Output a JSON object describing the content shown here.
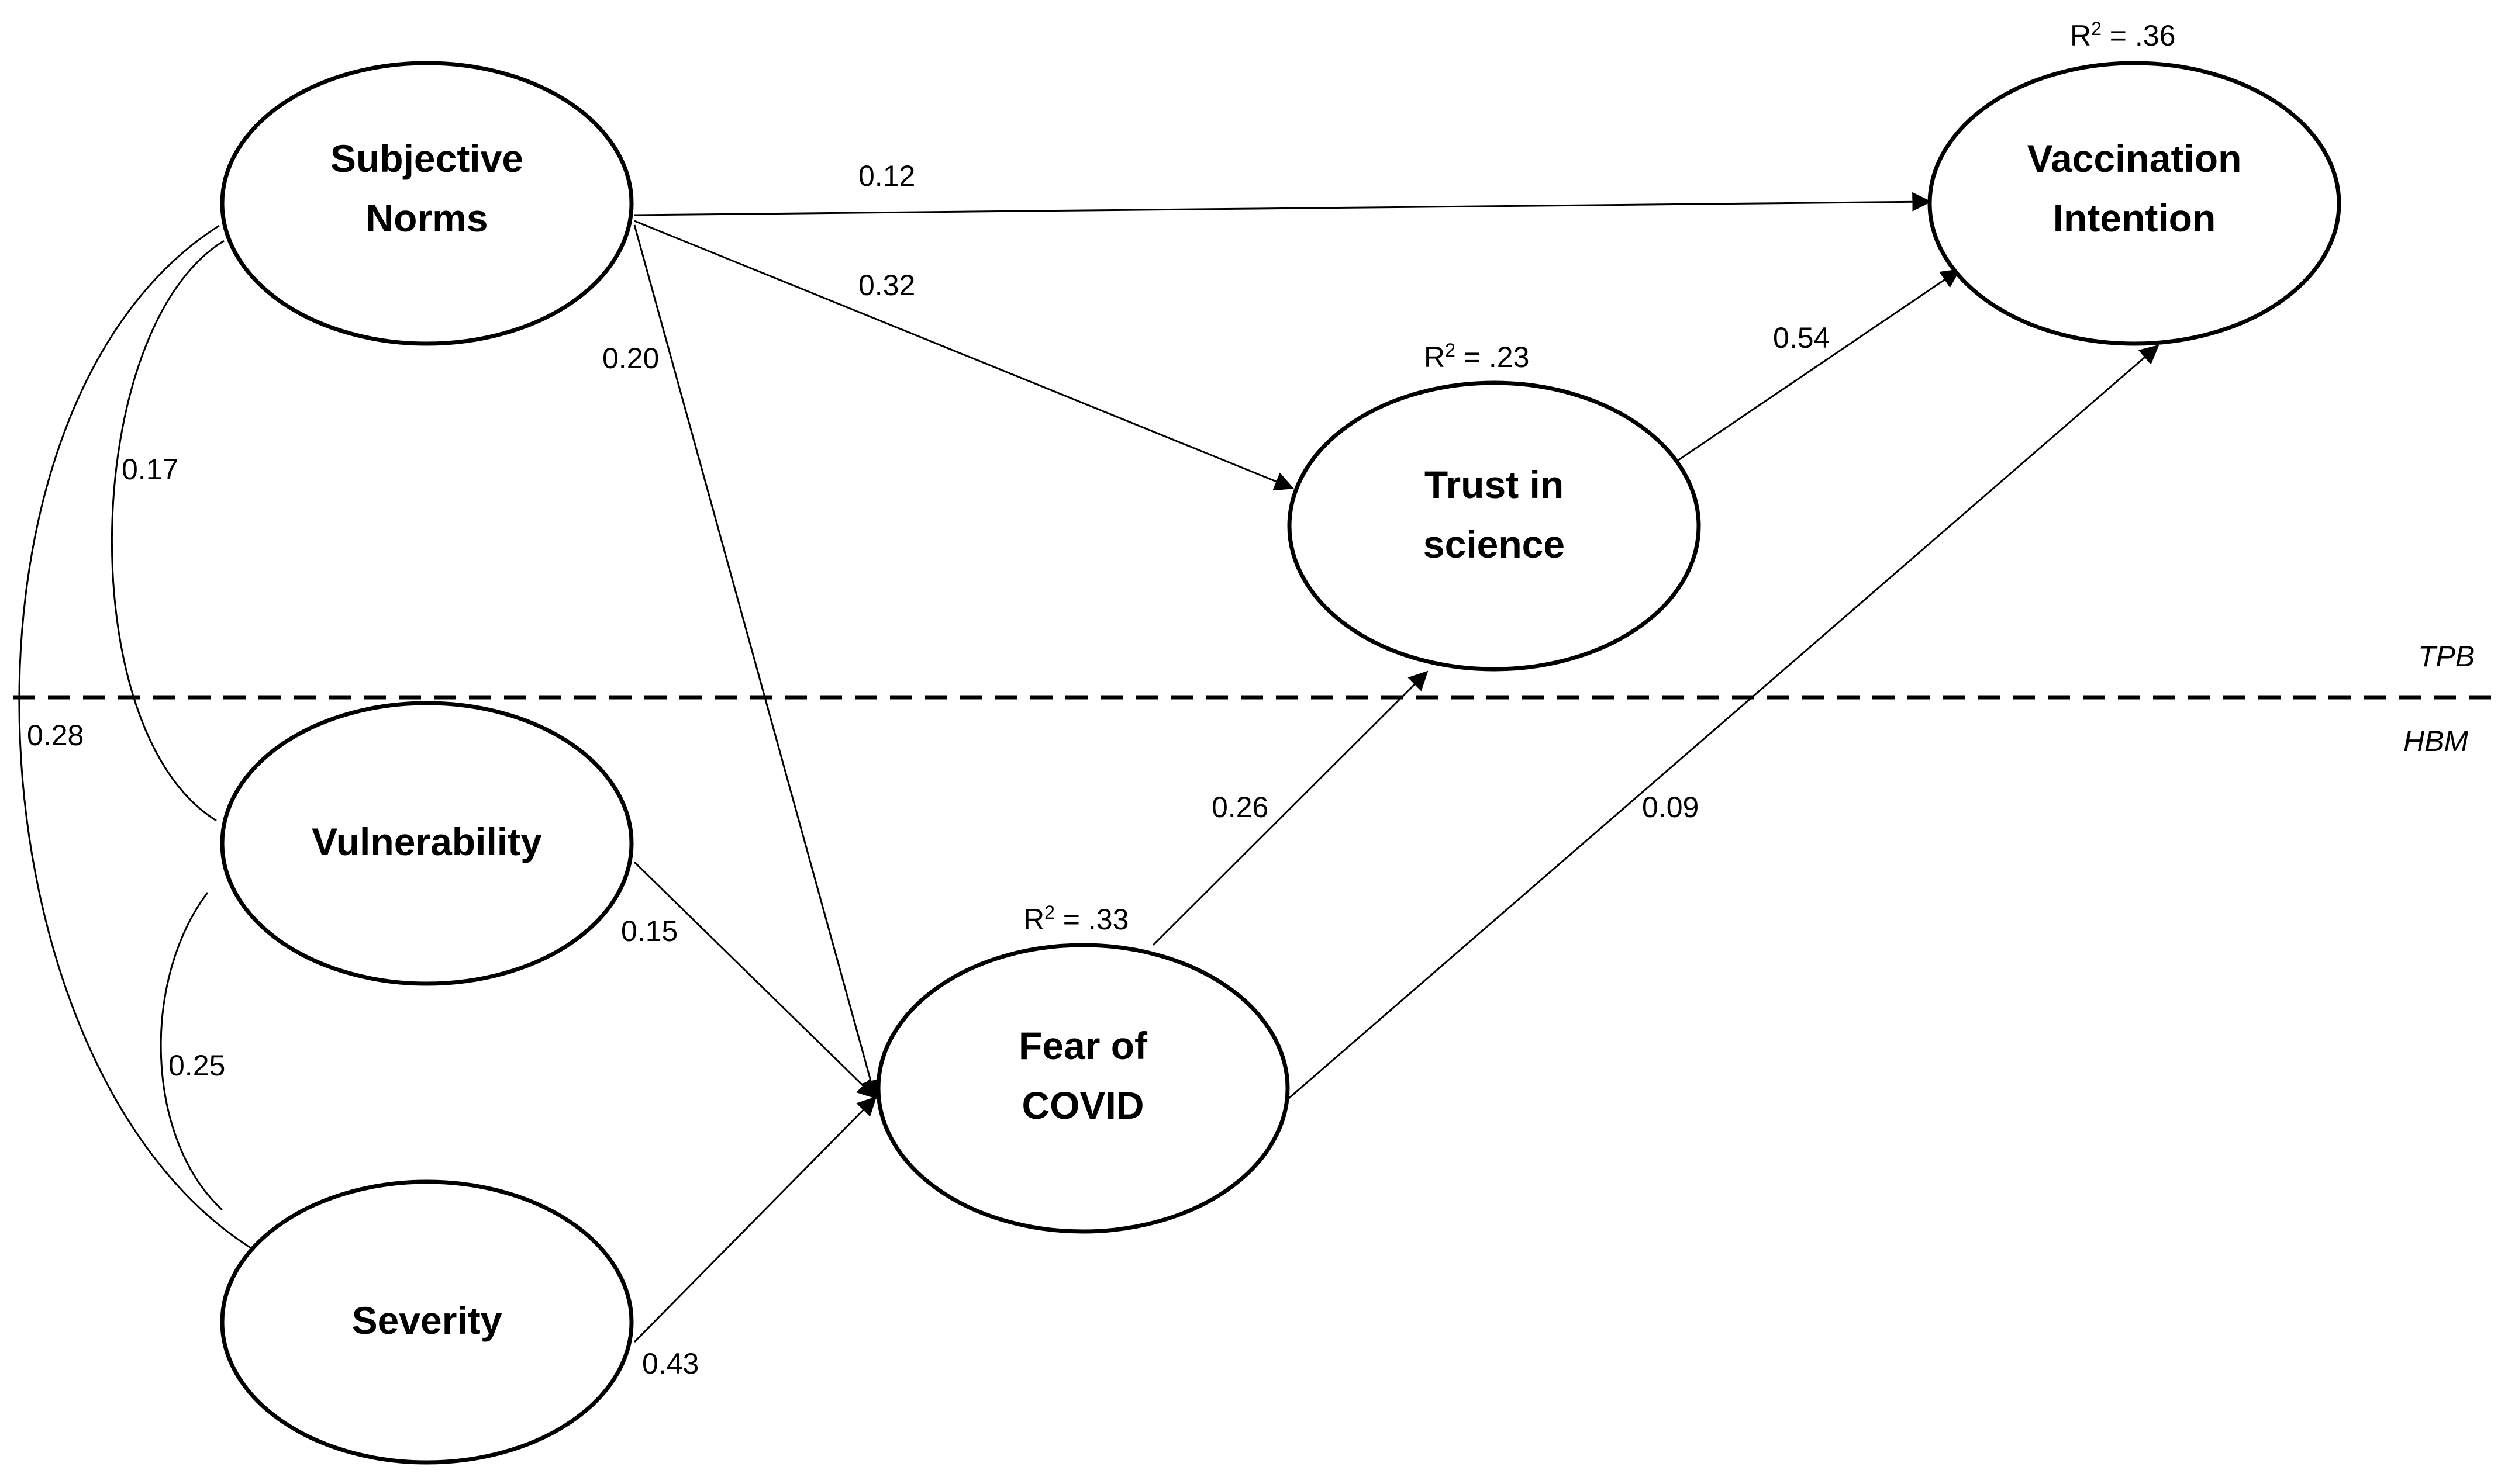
{
  "nodes": {
    "subjective_norms": {
      "line1": "Subjective",
      "line2": "Norms"
    },
    "vaccination_intention": {
      "line1": "Vaccination",
      "line2": "Intention"
    },
    "trust_in_science": {
      "line1": "Trust in",
      "line2": "science"
    },
    "vulnerability": {
      "line1": "Vulnerability"
    },
    "severity": {
      "line1": "Severity"
    },
    "fear_of_covid": {
      "line1": "Fear of",
      "line2": "COVID"
    }
  },
  "r_squared": {
    "vaccination_intention": {
      "prefix": "R",
      "sup": "2",
      "value": " = .36"
    },
    "trust_in_science": {
      "prefix": "R",
      "sup": "2",
      "value": " = .23"
    },
    "fear_of_covid": {
      "prefix": "R",
      "sup": "2",
      "value": " = .33"
    }
  },
  "paths": {
    "sn_to_vi": "0.12",
    "sn_to_trust": "0.32",
    "sn_to_fear": "0.20",
    "trust_to_vi": "0.54",
    "fear_to_trust": "0.26",
    "fear_to_vi": "0.09",
    "vuln_to_fear": "0.15",
    "sev_to_fear": "0.43"
  },
  "correlations": {
    "sn_vuln": "0.17",
    "sn_sev": "0.28",
    "vuln_sev": "0.25"
  },
  "sections": {
    "upper": "TPB",
    "lower": "HBM"
  }
}
